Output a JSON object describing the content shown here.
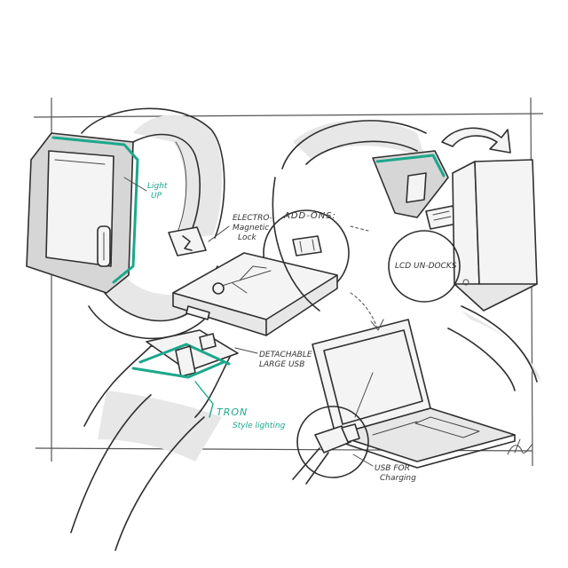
{
  "labels": {
    "light_up": [
      "Light",
      "UP"
    ],
    "electro_magnetic_lock": [
      "ELECTRO-",
      "Magnetic",
      "Lock"
    ],
    "add_ons": "ADD-ONS:",
    "lcd_undocks": [
      "LCD",
      "UN-DOCKS"
    ],
    "detachable_usb": [
      "DETACHABLE",
      "LARGE USB"
    ],
    "tron": "TRON",
    "style_lighting": "Style lighting",
    "usb_for_charging": [
      "USB FOR",
      "Charging"
    ]
  },
  "colors": {
    "ink": "#2f2f2f",
    "accent": "#1ca78b",
    "paper": "#ffffff"
  }
}
